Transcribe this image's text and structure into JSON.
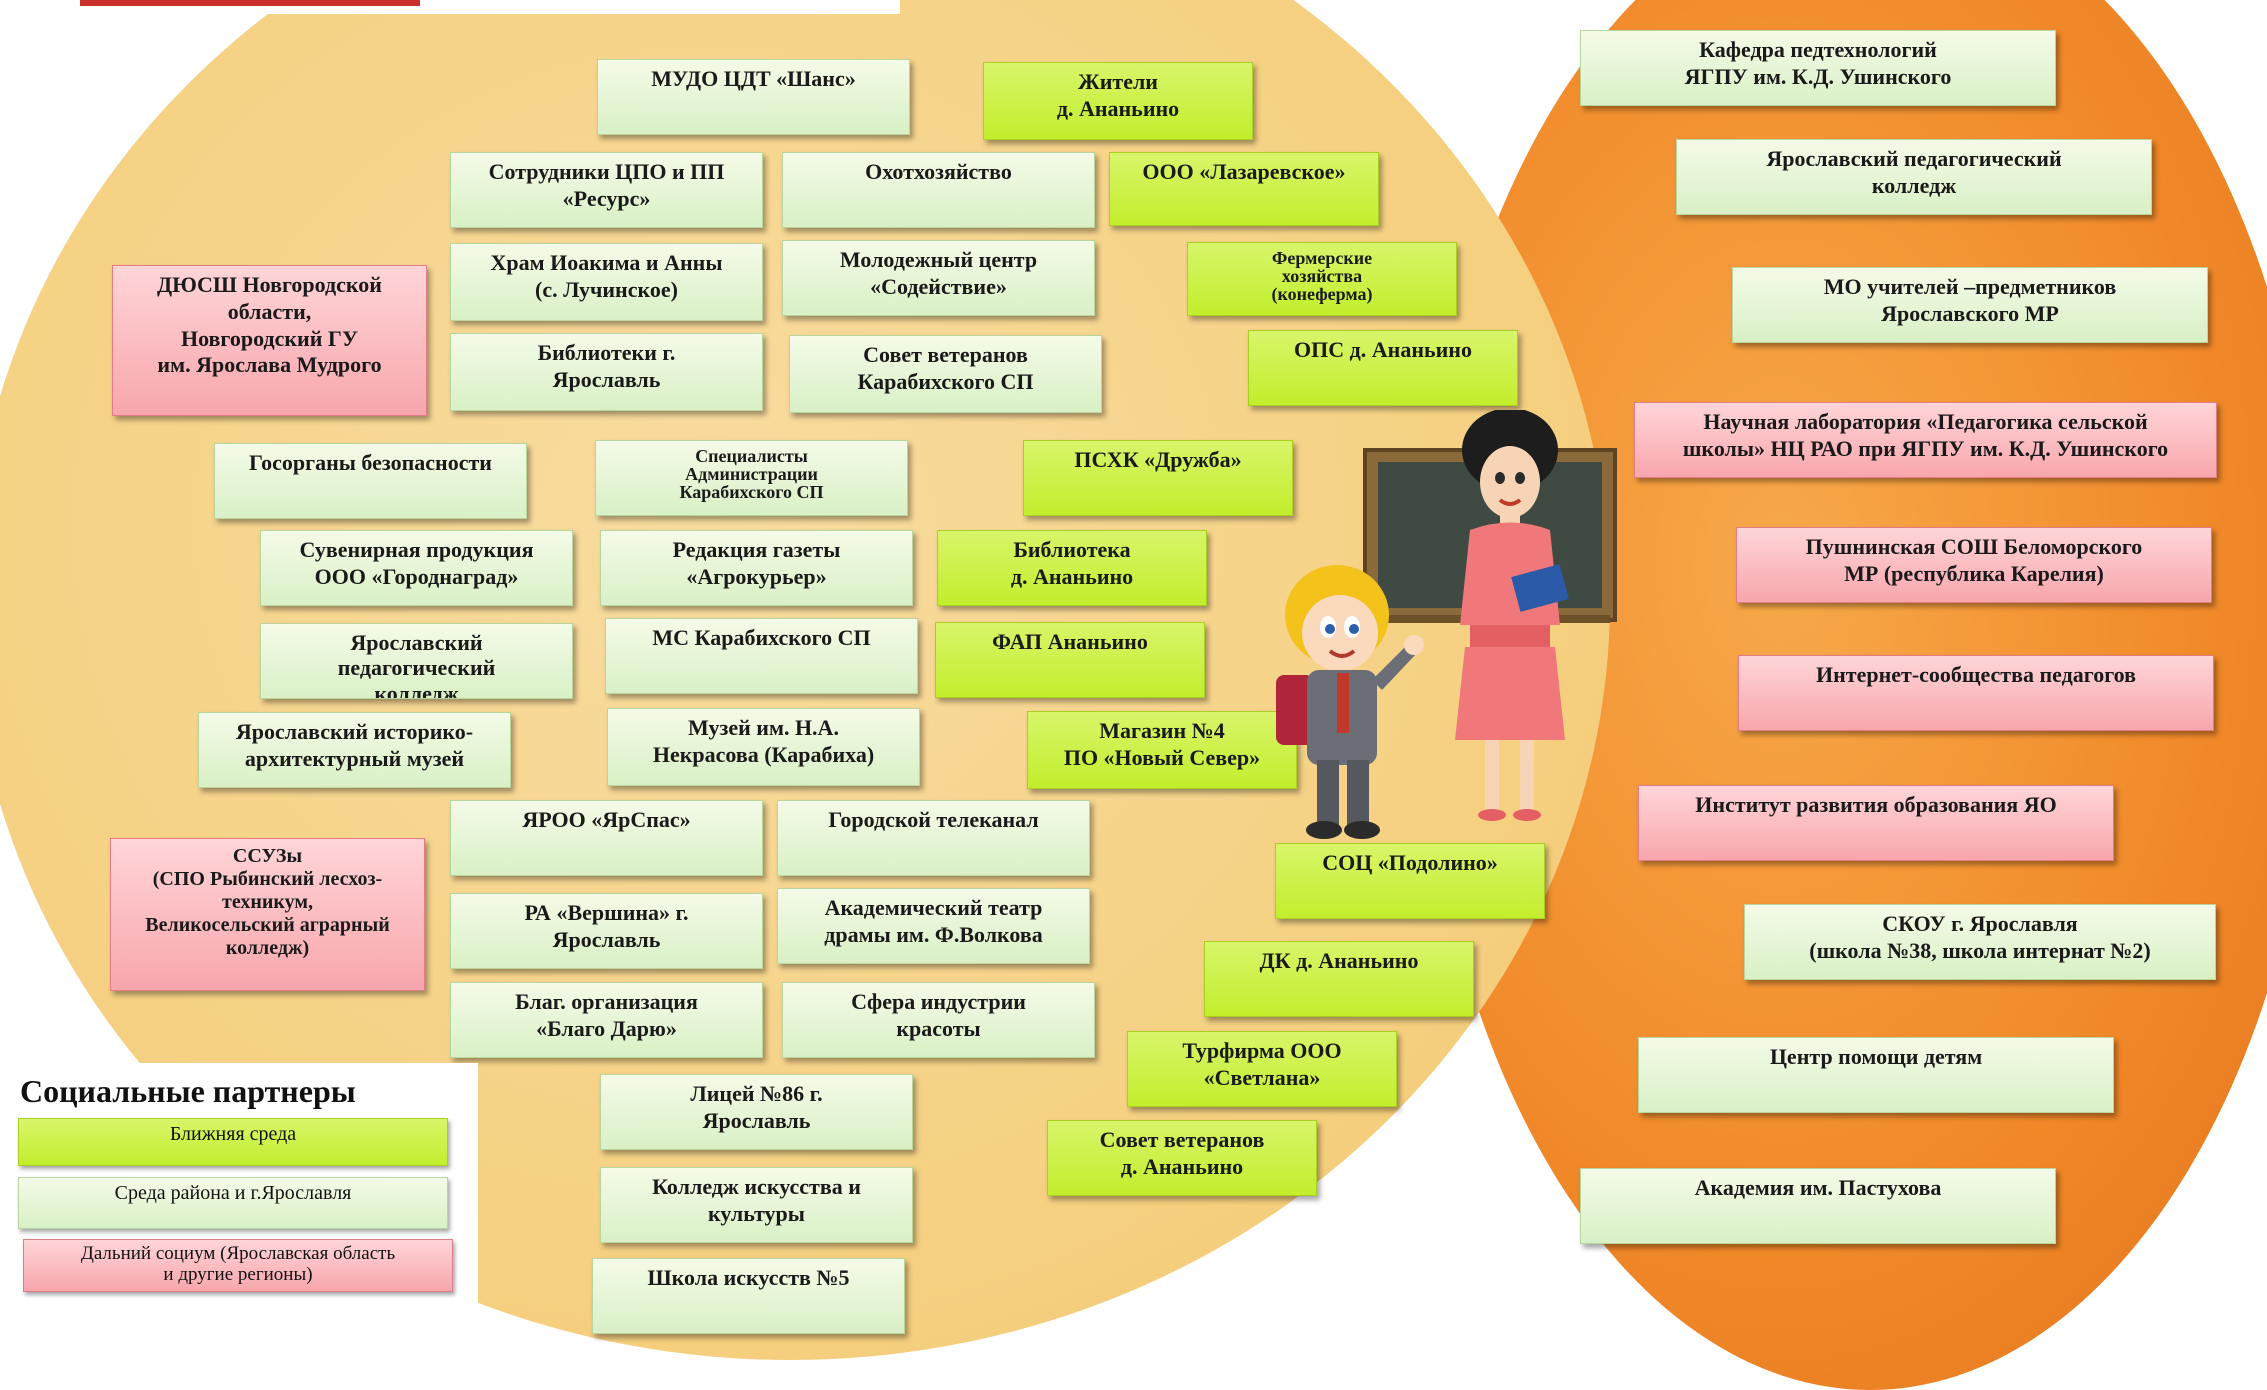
{
  "legend": {
    "title": "Социальные партнеры",
    "near": "Ближняя среда",
    "city": "Среда района и г.Ярославля",
    "far": "Дальний социум (Ярославская область\nи другие регионы)"
  },
  "colors": {
    "circle_left": "#f5cf7e",
    "circle_right": "#f18a2a",
    "near": "#c2ee2c",
    "city": "#dcf1ca",
    "far": "#f7a6ad"
  },
  "boxes": {
    "mudo": "МУДО ЦДТ «Шанс»",
    "zhiteli": "Жители\nд. Ананьино",
    "cpo": "Сотрудники ЦПО и ПП\n«Ресурс»",
    "ohot": "Охотхозяйство",
    "ooo_laz": "ООО «Лазаревское»",
    "hram": "Храм Иоакима и Анны\n(с. Лучинское)",
    "molod": "Молодежный центр\n«Содействие»",
    "fermer": "Фермерские\nхозяйства\n(конеферма)",
    "dyussh": "ДЮСШ Новгородской\nобласти,\nНовгородский ГУ\nим. Ярослава Мудрого",
    "bibl_yar": "Библиотеки г.\nЯрославль",
    "sovet_karab": "Совет ветеранов\nКарабихского СП",
    "ops": "ОПС д. Ананьино",
    "gosorg": "Госорганы безопасности",
    "spec": "Специалисты\nАдминистрации\nКарабихского СП",
    "pshk": "ПСХК «Дружба»",
    "suven": "Сувенирная продукция\nООО «Городнаград»",
    "redak": "Редакция газеты\n«Агрокурьер»",
    "bibl_an": "Библиотека\nд. Ананьино",
    "yar_ped_left": "Ярославский\nпедагогический\nколледж",
    "ms_karab": "МС Карабихского СП",
    "fap": "ФАП Ананьино",
    "muzei_ist": "Ярославский историко-\nархитектурный музей",
    "muzei_nekr": "Музей им. Н.А.\nНекрасова (Карабиха)",
    "magazin": "Магазин №4\nПО «Новый Север»",
    "yaroo": "ЯРОО «ЯрСпас»",
    "teleka": "Городской телеканал",
    "soc": "СОЦ «Подолино»",
    "ssuz": "ССУЗы\n(СПО Рыбинский лесхоз-\nтехникум,\nВеликосельский аграрный\nколледж)",
    "ra": "РА «Вершина» г.\nЯрославль",
    "teatr": "Академический театр\nдрамы им. Ф.Волкова",
    "dk": "ДК д. Ананьино",
    "blag": "Благ. организация\n«Благо Дарю»",
    "sfera": "Сфера индустрии\nкрасоты",
    "turf": "Турфирма ООО\n«Светлана»",
    "licei": "Лицей №86 г.\nЯрославль",
    "sovet_an": "Совет ветеранов\nд. Ананьино",
    "kolledzh_isk": "Колледж искусства и\nкультуры",
    "shkola_isk": "Школа искусств №5",
    "kafedra": "Кафедра педтехнологий\nЯГПУ им. К.Д. Ушинского",
    "yar_ped_right": "Ярославский педагогический\nколледж",
    "mo": "МО учителей –предметников\nЯрославского МР",
    "nauch": "Научная лаборатория «Педагогика сельской\nшколы» НЦ РАО при ЯГПУ им. К.Д. Ушинского",
    "pushk": "Пушнинская СОШ Беломорского\nМР (республика Карелия)",
    "internet": "Интернет-сообщества педагогов",
    "institut": "Институт развития образования ЯО",
    "skou": "СКОУ г. Ярославля\n(школа №38, школа интернат №2)",
    "centr": "Центр помощи детям",
    "akad": "Академия им. Пастухова"
  },
  "icons": [
    "teacher-at-chalkboard-illustration",
    "schoolboy-waving-illustration"
  ]
}
